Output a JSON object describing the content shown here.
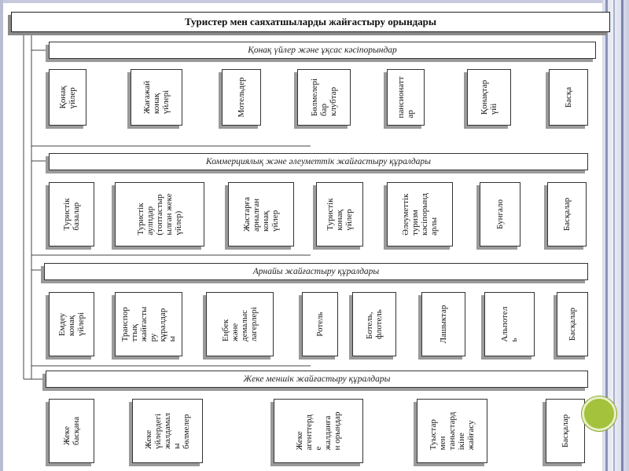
{
  "title": "Туристер мен саяхатшыларды жайғастыру орындары",
  "sections": [
    {
      "label": "Қонақ үйлер және ұқсас кәсіпорындар",
      "items": [
        "Қонақ\nүйлер",
        "Жағажай\nконақ\nүйлері",
        "Мотельдер",
        "Бөлмелері\nбар\nклубтар",
        "пансионатт\nар",
        "Қонақтар\nүйі",
        "Басқа"
      ]
    },
    {
      "label": "Коммерциялық және әлеуметтік жайғастыру құралдары",
      "items": [
        "Туристік\nбазалар",
        "Туристік\nаулпдар\n(топтастыр\nылған жеке\nүйлер)",
        "Жастарға\nарналған\nконақ\nүйлер",
        "Туристік\nконақ\nүйлер",
        "Әлеуметтік\nтуризм\nкәсіпорынд\nарлы",
        "Бунгало",
        "Басқалар"
      ]
    },
    {
      "label": "Арнайы жайғастыру құралдары",
      "items": [
        "Емдеу\nконақ\nүйлері",
        "Транспор\nттық\nжайғасты\nру\nқұралдар\nы",
        "Еңбек\nжәне\nдемалыс\nлагерлері",
        "Ротель",
        "Ботель,\nфлотель",
        "Лашыктар",
        "Альпотел\nь",
        "Басқалар"
      ]
    },
    {
      "label": "Жеке меншік жайғастыру құралдары",
      "items": [
        "Жеке\nбасқана",
        "Жеке\nүйлердегі\nжалдамал\nы\nбөлмелер",
        "Жеке\nагенттерд\nе\nжалданға\nн орындар",
        "Туыстар\nмен\nтаныстард\nікіне\nжайғасу",
        "Басқалар"
      ]
    }
  ]
}
